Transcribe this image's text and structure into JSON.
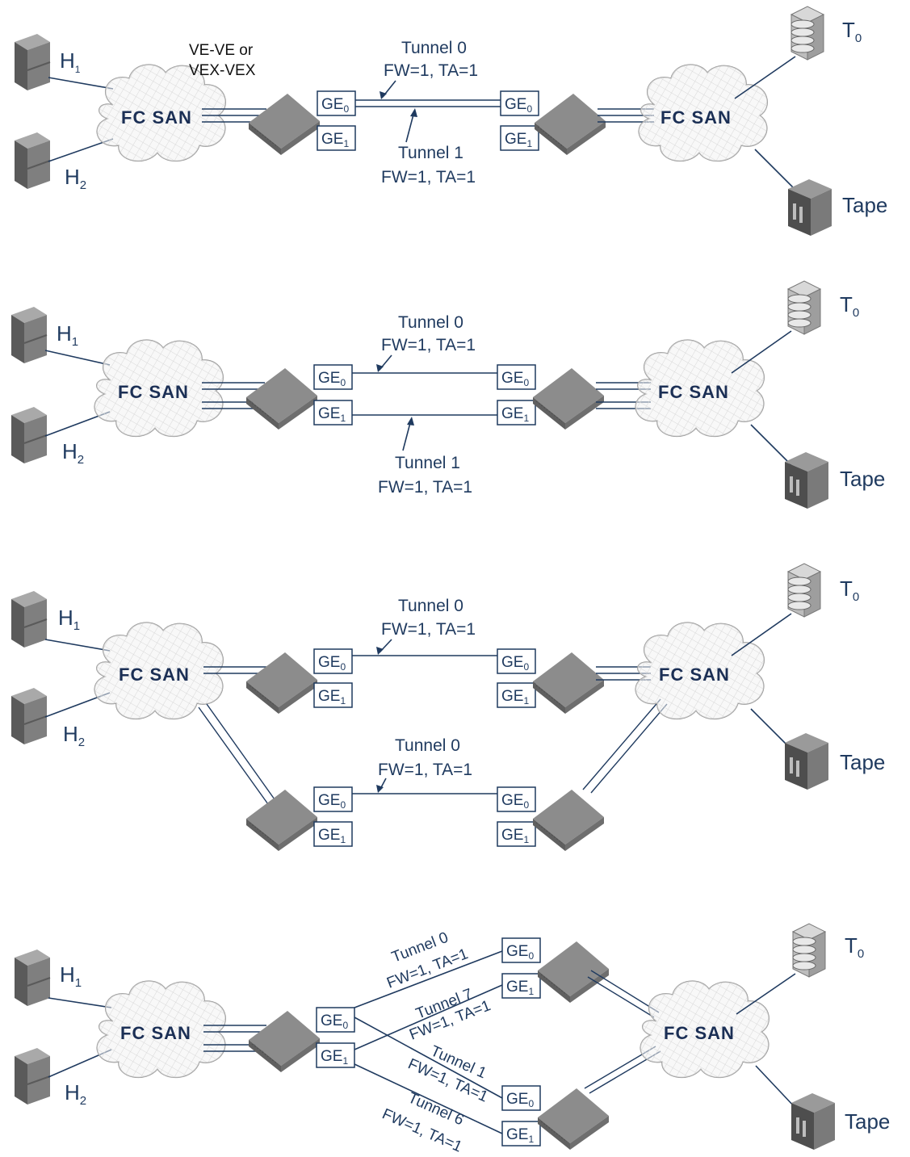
{
  "labels": {
    "fc_san": "FC SAN",
    "h1": "H",
    "h1_sub": "1",
    "h2": "H",
    "h2_sub": "2",
    "t0": "T",
    "t0_sub": "0",
    "tape": "Tape",
    "ge": "GE",
    "ge0_sub": "0",
    "ge1_sub": "1",
    "tunnel0": "Tunnel 0",
    "tunnel1": "Tunnel 1",
    "tunnel7": "Tunnel 7",
    "tunnel6": "Tunnel 6",
    "fwta": "FW=1, TA=1",
    "ve_line1": "VE-VE or",
    "ve_line2": "VEX-VEX"
  },
  "colors": {
    "line": "#1f3a5f",
    "switch": "#8c8c8c",
    "cloud_fill": "#efefef",
    "cloud_stroke": "#9a9a9a",
    "server": "#7d7d7d"
  }
}
